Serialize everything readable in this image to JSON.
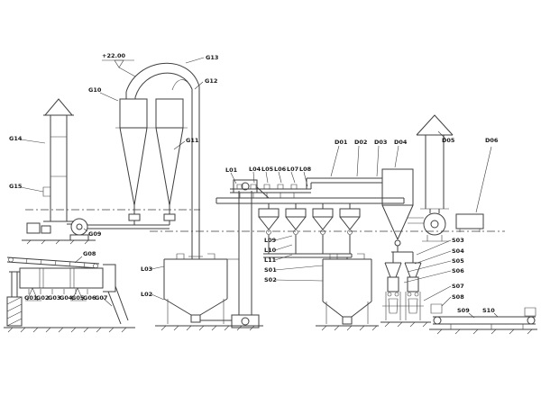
{
  "d": {
    "elevation": "+22.00",
    "labels": {
      "G01": "G01",
      "G02": "G02",
      "G03": "G03",
      "G04": "G04",
      "G05": "G05",
      "G06": "G06",
      "G07": "G07",
      "G08": "G08",
      "G09": "G09",
      "G10": "G10",
      "G11": "G11",
      "G12": "G12",
      "G13": "G13",
      "G14": "G14",
      "G15": "G15",
      "L01": "L01",
      "L02": "L02",
      "L03": "L03",
      "L04": "L04",
      "L05": "L05",
      "L06": "L06",
      "L07": "L07",
      "L08": "L08",
      "L09": "L09",
      "L10": "L10",
      "L11": "L11",
      "S01": "S01",
      "S02": "S02",
      "S03": "S03",
      "S04": "S04",
      "S05": "S05",
      "S06": "S06",
      "S07": "S07",
      "S08": "S08",
      "S09": "S09",
      "S10": "S10",
      "D01": "D01",
      "D02": "D02",
      "D03": "D03",
      "D04": "D04",
      "D05": "D05",
      "D06": "D06"
    },
    "line_color": "#3f3f3f",
    "background_color": "#ffffff"
  }
}
